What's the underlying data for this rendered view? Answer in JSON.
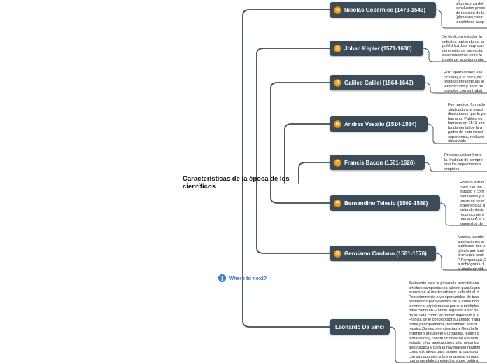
{
  "central_topic": "Características de la época de los científicos",
  "branches": [
    {
      "badge": "S",
      "title": "Nicolás Copérnico (1473-1543)",
      "note": "leyes,fue\naños acerca del\nconclusion propo\nde rotación de la\n(planetas),contr\nteocéntrico acep"
    },
    {
      "badge": "C",
      "title": "Johan Kepler (1571-1630)",
      "note": "Se dedico a estudiar la\ncelestes partiendo de la\npoliédrica .Las muy com\ndimensión de las orbita\ndesencuentros entre la\ntravés de la astronomía"
    },
    {
      "badge": "A",
      "title": "Galileo Galilei (1564-1642)",
      "note": "Hizo aportaciones a la\ncicloide),a la física,est\npéndulo presente,las le\ntermoscopio y años de\nlogrados con su trabaj"
    },
    {
      "badge": "M",
      "title": "Andres Vesalio (1514-1564)",
      "note": "Fue medico, formado\n,dedicado a la practi\ndisecciones que le pe\nhumano. Publico en\nhumano en 1543 con\nfundamental de la a\npadre de esta cienci\nexperiencia, realizan\nobservado"
    },
    {
      "badge": "F",
      "title": "Francis Bacon (1561-1626)",
      "note": "Propone utilizar herra\nla finalidad de compre\nson los experimentos\nempírico"
    },
    {
      "badge": "E",
      "title": "Bernandino Telesio (1509-1588)",
      "note": "Realizo estudi\ncalor y el frio\nestudio y com\nnaturaleza y s\npresente en el\nexperiencias p\nentendimiento\nreconocimient\nhumano.A la c\nsupuestos de"
    },
    {
      "badge": "R",
      "title": "Gerolamo Cardano (1501-1576)",
      "note": "Medico, astrón\naportaciones a\npublicado dos e\niglesia por publ\npronunció cont\nP.Pomponazzi,C\nautobiografía :I\nal modo de vid"
    },
    {
      "badge": "",
      "title": "Leonardo Da Vinci",
      "note": "Su talento para la pintura le permitió acc\nartístico campesina;su talento para la pin\nacercarse al medio artistico y de ahi al m\nPosteriormente tuvo oportunidad de trab\nescenarios para eventos de la clase nobl\na conocer  rápidamente por sus múltiples\nItalia como en Francia llegando a ser no\nde su vida como \"el primer ingeniero y a\nFrancia se le conoció por su amplio traba\npintor,principalmente,pertambien escult\nmusico.Destaco en ciencias y filofofia,fu\ningeniero arquitecto y urbanista,realizo g\nhidráulicos y construcciones de estructu\nestudio e hiz aportaciones a la mecanica\naeronautica y para la navegacion maritim\ncomo estratega para la guerra,hizo apor\ncon sus apuntes sobre anatomia tomado\nhumanas,elaboro estudios sobre botánic\ny"
    }
  ],
  "where_next": "Where to next?",
  "colors": {
    "topic_bg": "#3b4b58",
    "badge": "#f0a020",
    "connector": "#3b4b58",
    "info": "#2f7fd6"
  }
}
